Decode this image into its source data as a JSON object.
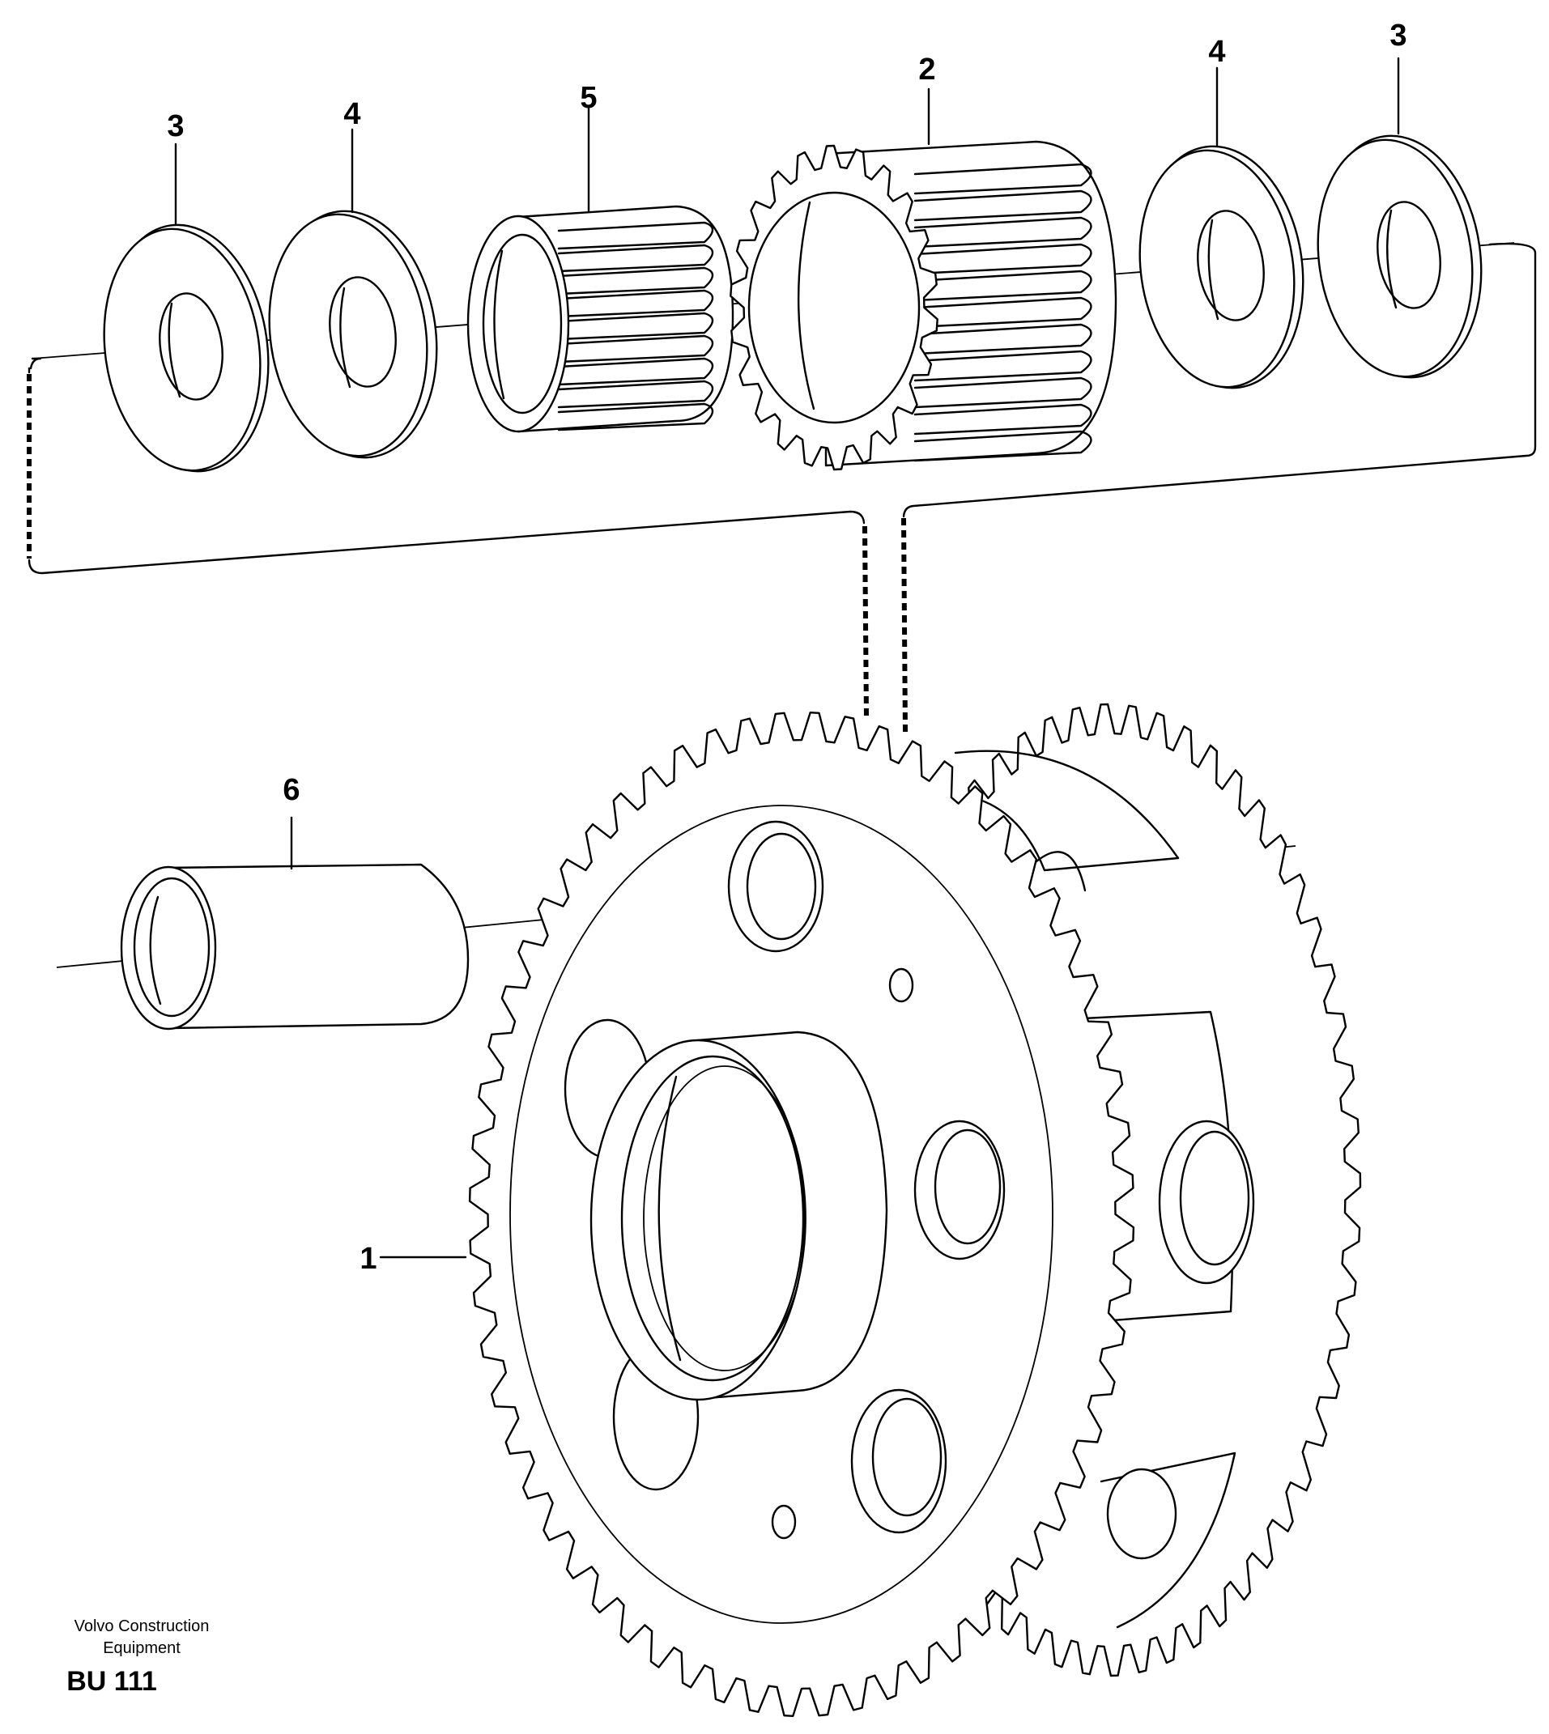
{
  "diagram": {
    "callouts": [
      {
        "id": "label-1",
        "text": "1"
      },
      {
        "id": "label-2",
        "text": "2"
      },
      {
        "id": "label-3-left",
        "text": "3"
      },
      {
        "id": "label-3-right",
        "text": "3"
      },
      {
        "id": "label-4-left",
        "text": "4"
      },
      {
        "id": "label-4-right",
        "text": "4"
      },
      {
        "id": "label-5",
        "text": "5"
      },
      {
        "id": "label-6",
        "text": "6"
      }
    ],
    "footer": {
      "company_line1": "Volvo Construction",
      "company_line2": "Equipment",
      "code": "BU 111"
    }
  }
}
